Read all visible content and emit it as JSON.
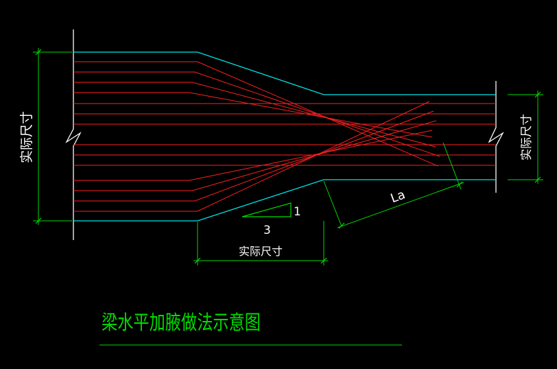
{
  "colors": {
    "background": "#000000",
    "beam_outline": "#00e5e5",
    "rebar": "#ff2020",
    "dimension": "#00dd00",
    "column": "#ffffff"
  },
  "labels": {
    "left_dimension": "实际尺寸",
    "right_dimension": "实际尺寸",
    "bottom_dimension": "实际尺寸",
    "anchorage_length": "La",
    "slope_rise": "1",
    "slope_run": "3",
    "title": "梁水平加腋做法示意图"
  }
}
